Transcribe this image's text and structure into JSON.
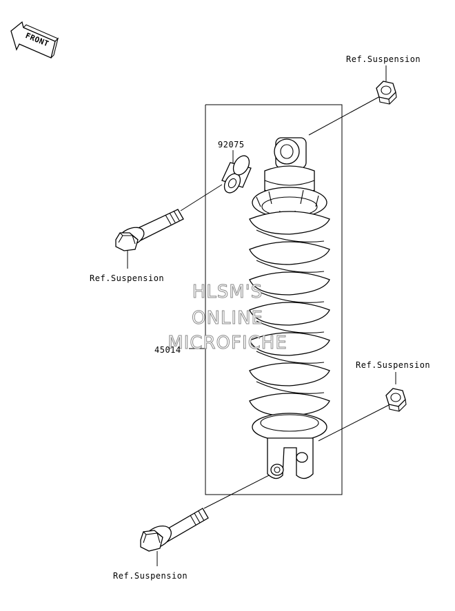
{
  "front_arrow": {
    "label": "FRONT"
  },
  "callouts": {
    "ref_top_right": "Ref.Suspension",
    "ref_left_bolt": "Ref.Suspension",
    "ref_right_nut": "Ref.Suspension",
    "ref_bottom_bolt": "Ref.Suspension",
    "part_collar": "92075",
    "part_shock": "45014"
  },
  "watermark": {
    "line1": "HLSM'S",
    "line2": "ONLINE",
    "line3": "MICROFICHE"
  }
}
